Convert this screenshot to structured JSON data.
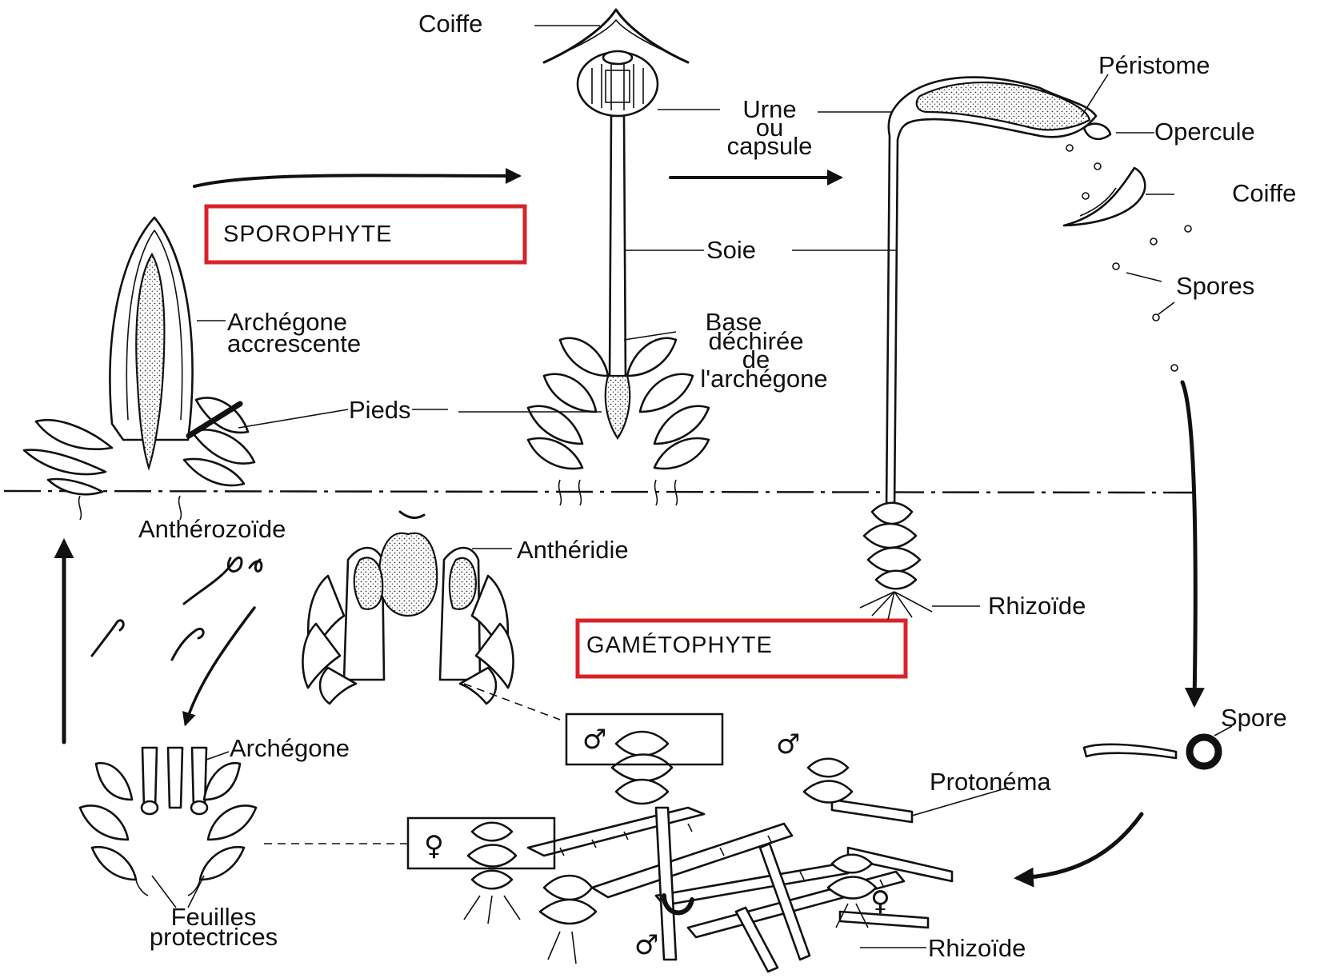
{
  "labels": {
    "coiffe_top": "Coiffe",
    "urne_1": "Urne",
    "urne_2": "ou",
    "urne_3": "capsule",
    "peristome": "Péristome",
    "opercule": "Opercule",
    "coiffe_right": "Coiffe",
    "soie": "Soie",
    "spores": "Spores",
    "archegone_acc_1": "Archégone",
    "archegone_acc_2": "accrescente",
    "base_1": "Base",
    "base_2": "déchirée",
    "base_3": "de",
    "base_4": "l'archégone",
    "pieds": "Pieds",
    "antherozoide": "Anthérozoïde",
    "antheridie": "Anthéridie",
    "rhizoide_top": "Rhizoïde",
    "archegone": "Archégone",
    "spore": "Spore",
    "protonema": "Protonéma",
    "feuilles_1": "Feuilles",
    "feuilles_2": "protectrices",
    "rhizoide_bottom": "Rhizoïde"
  },
  "boxes": {
    "sporophyte": "SPOROPHYTE",
    "gametophyte": "GAMÉTOPHYTE"
  },
  "symbols": {
    "male_box": "♂",
    "female_box": "♀",
    "male_1": "♂",
    "male_2": "♂",
    "female_1": "♀"
  },
  "colors": {
    "ink": "#111111",
    "highlight_box": "#d8232a",
    "background": "#ffffff"
  }
}
